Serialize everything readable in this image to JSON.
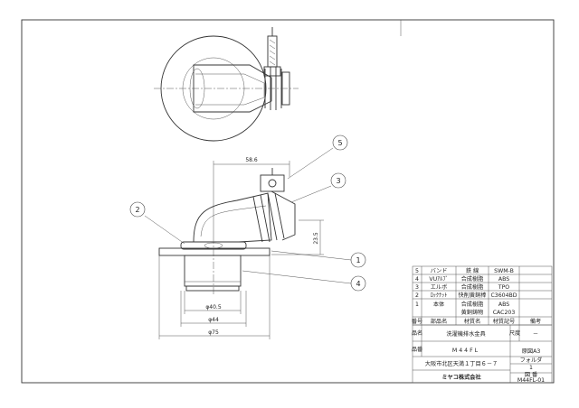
{
  "dimensions": {
    "width_top": "58.6",
    "height_side": "23.5",
    "dia_1": "φ40.5",
    "dia_2": "φ44",
    "dia_3": "φ75"
  },
  "balloons": [
    "1",
    "2",
    "3",
    "4",
    "5"
  ],
  "parts_table": {
    "rows": [
      {
        "no": "5",
        "name": "バンド",
        "material": "鉄 線",
        "code": "SWM-B"
      },
      {
        "no": "4",
        "name": "VUｱﾙﾌﾞ",
        "material": "合成樹脂",
        "code": "ABS"
      },
      {
        "no": "3",
        "name": "エルボ",
        "material": "合成樹脂",
        "code": "TPO"
      },
      {
        "no": "2",
        "name": "ﾛｯｸﾅｯﾄ",
        "material": "快削黄銅棒",
        "code": "C3604BD"
      },
      {
        "no": "1",
        "name": "本体",
        "material": "合成樹脂",
        "material2": "黄銅鋳物",
        "code": "ABS",
        "code2": "CAC203"
      }
    ],
    "header": {
      "no": "番号",
      "name": "部品名",
      "material": "材質名",
      "code": "材質記号",
      "note": "備考"
    }
  },
  "title_block": {
    "hin_label": "品名",
    "hin_value": "洗濯機排水金具",
    "shaku_label": "尺度",
    "shaku_value": "－",
    "hinban_label": "品番",
    "hinban_value": "M44FL",
    "genzu": "原図A3",
    "address": "大阪市北区天満１丁目６－７",
    "folder_label": "フォルダ",
    "folder_value": "1",
    "zuban_label": "図 番",
    "zuban_value": "M44FL-01",
    "company": "ミヤコ株式会社"
  }
}
